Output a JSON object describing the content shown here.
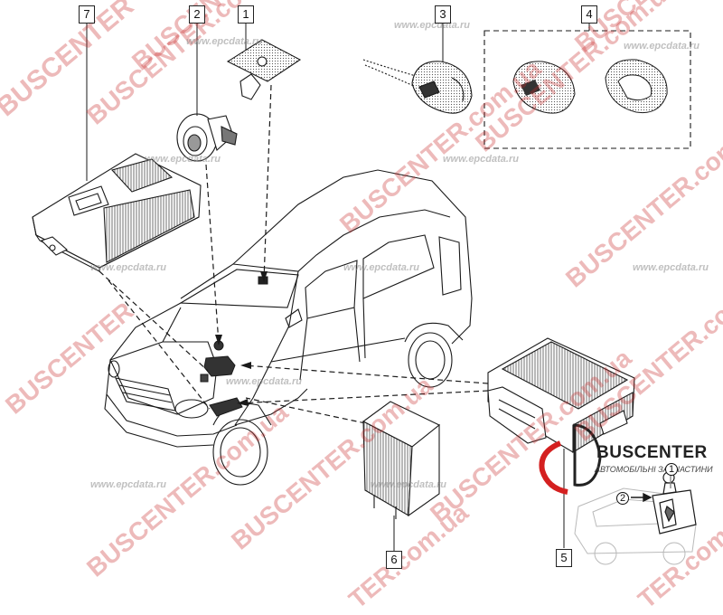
{
  "callouts": [
    {
      "num": "7"
    },
    {
      "num": "2"
    },
    {
      "num": "1"
    },
    {
      "num": "3"
    },
    {
      "num": "4"
    },
    {
      "num": "6"
    },
    {
      "num": "5"
    }
  ],
  "watermarks": {
    "epc": "www.epcdata.ru",
    "bus": "BUSCENTER.com.ua",
    "bus_short": "TER.com.ua",
    "bus_cut": "BUSCENTER"
  },
  "logo": {
    "name": "BUSCENTER",
    "tagline": "АВТОМОБІЛЬНІ ЗАПЧАСТИНИ"
  },
  "inset": {
    "label2": "2",
    "label1": "1"
  },
  "colors": {
    "line": "#1a1a1a",
    "watermark_red": "#c82828",
    "logo_red": "#d42020"
  }
}
